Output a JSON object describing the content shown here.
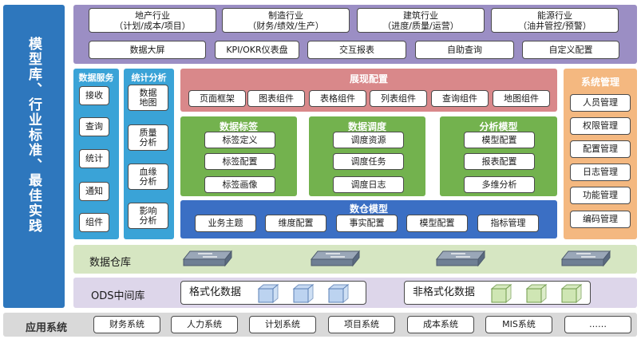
{
  "left_sidebar": {
    "label": "模型库、行业标准、最佳实践",
    "color": "#2e77bd"
  },
  "industries": [
    {
      "line1": "地产行业",
      "line2": "（计划/成本/项目）"
    },
    {
      "line1": "制造行业",
      "line2": "（财务/绩效/生产）"
    },
    {
      "line1": "建筑行业",
      "line2": "（进度/质量/运营）"
    },
    {
      "line1": "能源行业",
      "line2": "（油井管控/预警）"
    }
  ],
  "apps": [
    "数据大屏",
    "KPI/OKR仪表盘",
    "交互报表",
    "自助查询",
    "自定义配置"
  ],
  "data_service": {
    "title": "数据服务",
    "items": [
      "接收",
      "查询",
      "统计",
      "通知",
      "组件"
    ],
    "color": "#3aa3d7"
  },
  "stat_analysis": {
    "title": "统计分析",
    "items": [
      "数据\n地图",
      "质量\n分析",
      "血缘\n分析",
      "影响\n分析"
    ],
    "color": "#3aa3d7"
  },
  "display_config": {
    "title": "展现配置",
    "items": [
      "页面框架",
      "图表组件",
      "表格组件",
      "列表组件",
      "查询组件",
      "地图组件"
    ],
    "color": "#d9888a"
  },
  "data_tags": {
    "title": "数据标签",
    "items": [
      "标签定义",
      "标签配置",
      "标签画像"
    ]
  },
  "data_dispatch": {
    "title": "数据调度",
    "items": [
      "调度资源",
      "调度任务",
      "调度日志"
    ]
  },
  "analysis_model": {
    "title": "分析模型",
    "items": [
      "模型配置",
      "报表配置",
      "多维分析"
    ]
  },
  "green_color": "#73b24e",
  "warehouse_model": {
    "title": "数仓模型",
    "items": [
      "业务主题",
      "维度配置",
      "事实配置",
      "模型配置",
      "指标管理"
    ],
    "color": "#3b6fc4"
  },
  "system_mgmt": {
    "title": "系统管理",
    "items": [
      "人员管理",
      "权限管理",
      "配置管理",
      "日志管理",
      "功能管理",
      "编码管理"
    ],
    "color": "#f4b880"
  },
  "data_warehouse": {
    "label": "数据仓库",
    "color": "#d6e6c2"
  },
  "ods": {
    "label": "ODS中间库",
    "structured": "格式化数据",
    "unstructured": "非格式化数据",
    "color": "#ddd6ea"
  },
  "app_systems": {
    "label": "应用系统",
    "items": [
      "财务系统",
      "人力系统",
      "计划系统",
      "项目系统",
      "成本系统",
      "MIS系统",
      "……"
    ],
    "color": "#d9d9d9"
  },
  "top_band_color": "#9b8ec4"
}
